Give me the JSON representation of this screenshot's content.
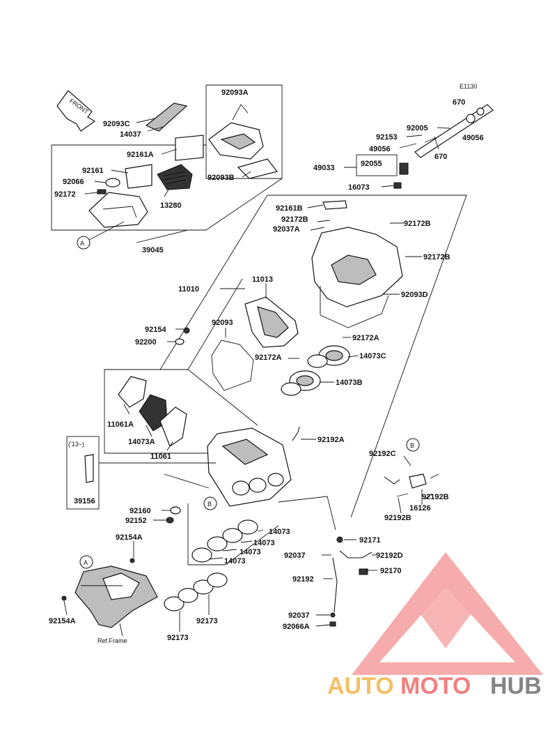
{
  "diagram": {
    "code": "E1130",
    "front_label": "FRONT",
    "ref_frame": "Ref.Frame",
    "year_note": "('13~)",
    "callouts": [
      "A",
      "B"
    ]
  },
  "parts": {
    "p92093A": "92093A",
    "p92093C": "92093C",
    "p14037": "14037",
    "p92161A": "92161A",
    "p92093B": "92093B",
    "p92161": "92161",
    "p92066": "92066",
    "p92172": "92172",
    "p13280": "13280",
    "p39045": "39045",
    "p670a": "670",
    "p670b": "670",
    "p92005": "92005",
    "p49056a": "49056",
    "p92153": "92153",
    "p49056b": "49056",
    "p49033": "49033",
    "p92055": "92055",
    "p16073": "16073",
    "p92161B": "92161B",
    "p92172Ba": "92172B",
    "p92172Bb": "92172B",
    "p92172Bc": "92172B",
    "p92037A": "92037A",
    "p92093D": "92093D",
    "p11010": "11010",
    "p11013": "11013",
    "p92154": "92154",
    "p92200": "92200",
    "p92093": "92093",
    "p92172Aa": "92172A",
    "p92172Ab": "92172A",
    "p14073C": "14073C",
    "p14073B": "14073B",
    "p11061A": "11061A",
    "p14073A": "14073A",
    "p11061": "11061",
    "p92192A": "92192A",
    "p39156": "39156",
    "p92192C": "92192C",
    "p16126": "16126",
    "p92192Ba": "92192B",
    "p92192Bb": "92192B",
    "p92160": "92160",
    "p92152": "92152",
    "p14073a": "14073",
    "p14073b": "14073",
    "p14073c": "14073",
    "p14073d": "14073",
    "p92171": "92171",
    "p92154A": "92154A",
    "p92037": "92037",
    "p92192D": "92192D",
    "p92170": "92170",
    "p92192": "92192",
    "p92154A2": "92154A",
    "p92173a": "92173",
    "p92173b": "92173",
    "p92037b": "92037",
    "p92066A": "92066A"
  },
  "watermark": {
    "part1": "AUTO",
    "part2": "MOTO",
    "part3": "HUB",
    "color_a": "#f3b54b",
    "color_b": "#ef6a6a",
    "color_c": "#707070"
  }
}
